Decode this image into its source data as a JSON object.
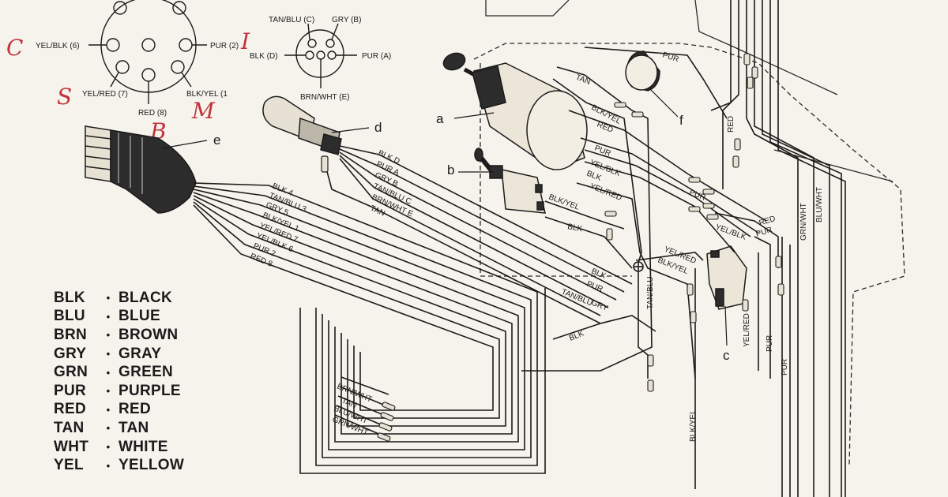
{
  "connectors": {
    "eight_pin": {
      "pins": [
        {
          "label": "YEL/BLK (6)"
        },
        {
          "label": "PUR (2)"
        },
        {
          "label": "YEL/RED (7)"
        },
        {
          "label": "RED (8)"
        },
        {
          "label": "BLK/YEL (1"
        }
      ]
    },
    "five_pin": {
      "pins": [
        {
          "label": "TAN/BLU (C)"
        },
        {
          "label": "GRY (B)"
        },
        {
          "label": "BLK (D)"
        },
        {
          "label": "PUR (A)"
        },
        {
          "label": "BRN/WHT (E)"
        }
      ]
    }
  },
  "handwritten": [
    "C",
    "I",
    "S",
    "B",
    "M"
  ],
  "components": {
    "a": "a",
    "b": "b",
    "c": "c",
    "d": "d",
    "e": "e",
    "f": "f"
  },
  "harness_e_wires": [
    "BLK 4",
    "TAN/BLU 3",
    "GRY 5",
    "BLK/YEL 1",
    "YEL/RED 7",
    "YEL/BLK 6",
    "PUR 2",
    "RED 8"
  ],
  "harness_d_wires": [
    "BLK D",
    "PUR A",
    "GRY B",
    "TAN/BLU C",
    "BRN/WHT E",
    "TAN"
  ],
  "key_switch_wires": [
    "TAN",
    "BLK/YEL",
    "RED",
    "PUR",
    "YEL/BLK",
    "BLK",
    "YEL/RED",
    "BLK/YEL",
    "BLK"
  ],
  "right_wires": [
    "PUR",
    "RED",
    "GRN/WHT",
    "BLU/WHT",
    "RED",
    "PUR",
    "PUR",
    "YEL/BLK",
    "YEL/RED",
    "BLK/YEL",
    "YEL/RED",
    "PUR",
    "PUR",
    "BLK/YEL"
  ],
  "center_wires": [
    "BLK",
    "PUR",
    "TAN/BLU",
    "GRY",
    "BLK",
    "TAN/BLU"
  ],
  "loose_wires": [
    "BRN/WHT",
    "TAN",
    "BLU/WHT",
    "GRN/WHT"
  ],
  "legend": [
    {
      "abbr": "BLK",
      "name": "BLACK"
    },
    {
      "abbr": "BLU",
      "name": "BLUE"
    },
    {
      "abbr": "BRN",
      "name": "BROWN"
    },
    {
      "abbr": "GRY",
      "name": "GRAY"
    },
    {
      "abbr": "GRN",
      "name": "GREEN"
    },
    {
      "abbr": "PUR",
      "name": "PURPLE"
    },
    {
      "abbr": "RED",
      "name": "RED"
    },
    {
      "abbr": "TAN",
      "name": "TAN"
    },
    {
      "abbr": "WHT",
      "name": "WHITE"
    },
    {
      "abbr": "YEL",
      "name": "YELLOW"
    }
  ],
  "legend_bullet": "•",
  "colors": {
    "ink": "#1b1b1b",
    "paper": "#f6f3ec",
    "annotation": "#c0343c"
  }
}
